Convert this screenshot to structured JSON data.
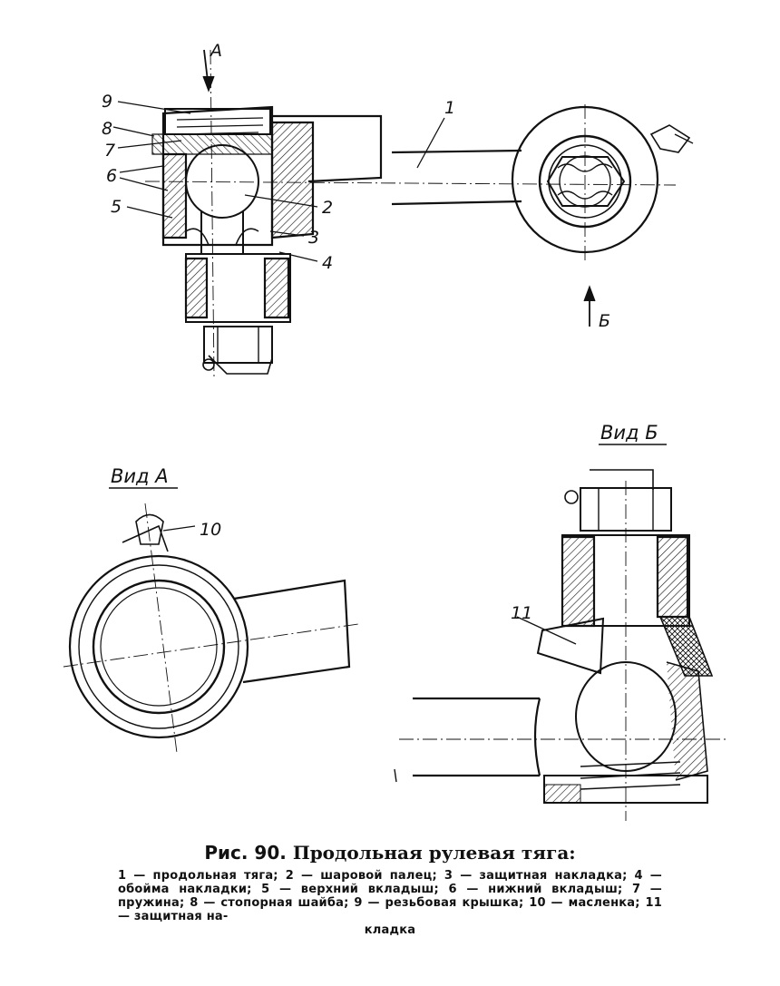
{
  "figure": {
    "labels": {
      "l1": "1",
      "l2": "2",
      "l3": "3",
      "l4": "4",
      "l5": "5",
      "l6": "6",
      "l7": "7",
      "l8": "8",
      "l9": "9",
      "l10": "10",
      "l11": "11",
      "arrow_a": "A",
      "arrow_b": "Б"
    },
    "views": {
      "view_a": "Вид А",
      "view_b": "Вид Б"
    }
  },
  "caption": {
    "title_prefix": "Рис.",
    "title_number": "90.",
    "title_text": "Продольная рулевая тяга:",
    "body_main": "1 — продольная тяга; 2 — шаровой палец; 3 — защитная накладка; 4 — обойма накладки; 5 — верхний вкладыш; 6 — нижний вкладыш; 7 — пружина; 8 — стопорная шайба; 9 — резьбовая крышка; 10 — масленка; 11 — защитная на-",
    "body_last": "кладка"
  }
}
